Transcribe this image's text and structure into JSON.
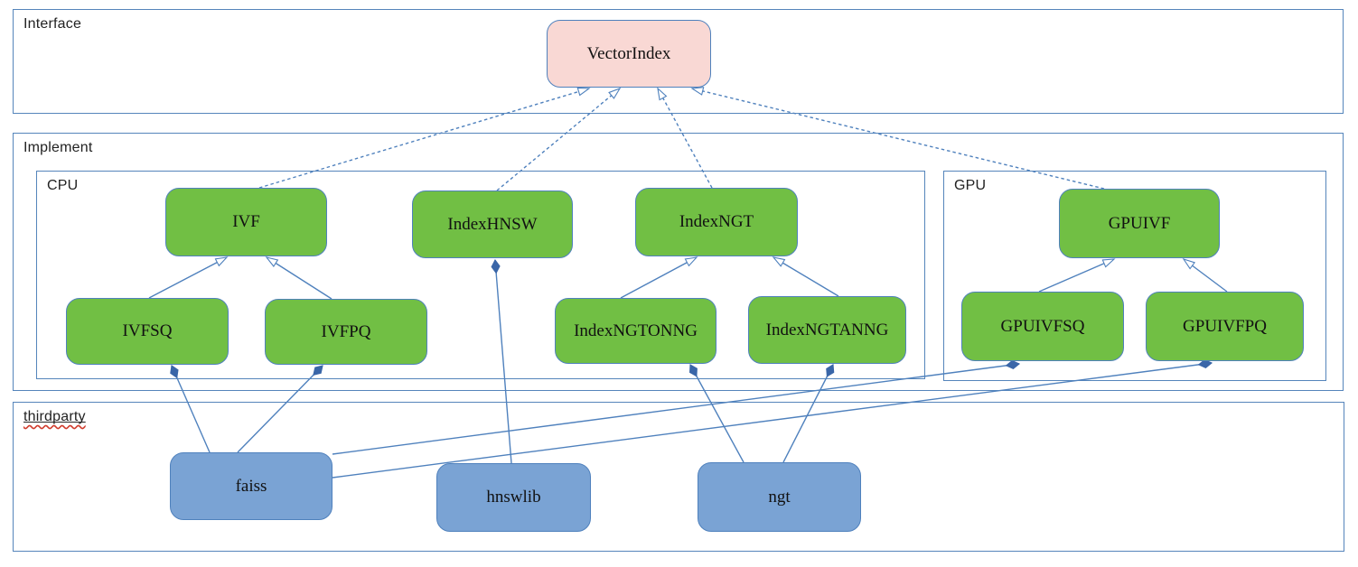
{
  "diagram": {
    "containers": {
      "interface": {
        "label": "Interface"
      },
      "implement": {
        "label": "Implement"
      },
      "cpu": {
        "label": "CPU"
      },
      "gpu": {
        "label": "GPU"
      },
      "thirdparty": {
        "label": "thirdparty"
      }
    },
    "nodes": {
      "vectorindex": {
        "label": "VectorIndex",
        "group": "interface",
        "fill": "#f9d8d4"
      },
      "ivf": {
        "label": "IVF",
        "group": "cpu",
        "fill": "#71bf44"
      },
      "indexhnsw": {
        "label": "IndexHNSW",
        "group": "cpu",
        "fill": "#71bf44"
      },
      "indexngt": {
        "label": "IndexNGT",
        "group": "cpu",
        "fill": "#71bf44"
      },
      "ivfsq": {
        "label": "IVFSQ",
        "group": "cpu",
        "fill": "#71bf44"
      },
      "ivfpq": {
        "label": "IVFPQ",
        "group": "cpu",
        "fill": "#71bf44"
      },
      "indexngtonng": {
        "label": "IndexNGTONNG",
        "group": "cpu",
        "fill": "#71bf44"
      },
      "indexngtanng": {
        "label": "IndexNGTANNG",
        "group": "cpu",
        "fill": "#71bf44"
      },
      "gpuivf": {
        "label": "GPUIVF",
        "group": "gpu",
        "fill": "#71bf44"
      },
      "gpuivfsq": {
        "label": "GPUIVFSQ",
        "group": "gpu",
        "fill": "#71bf44"
      },
      "gpuivfpq": {
        "label": "GPUIVFPQ",
        "group": "gpu",
        "fill": "#71bf44"
      },
      "faiss": {
        "label": "faiss",
        "group": "thirdparty",
        "fill": "#7aa3d4"
      },
      "hnswlib": {
        "label": "hnswlib",
        "group": "thirdparty",
        "fill": "#7aa3d4"
      },
      "ngt": {
        "label": "ngt",
        "group": "thirdparty",
        "fill": "#7aa3d4"
      }
    },
    "edges": [
      {
        "from": "ivf",
        "to": "vectorindex",
        "relation": "realization"
      },
      {
        "from": "indexhnsw",
        "to": "vectorindex",
        "relation": "realization"
      },
      {
        "from": "indexngt",
        "to": "vectorindex",
        "relation": "realization"
      },
      {
        "from": "gpuivf",
        "to": "vectorindex",
        "relation": "realization"
      },
      {
        "from": "ivfsq",
        "to": "ivf",
        "relation": "inheritance"
      },
      {
        "from": "ivfpq",
        "to": "ivf",
        "relation": "inheritance"
      },
      {
        "from": "indexngtonng",
        "to": "indexngt",
        "relation": "inheritance"
      },
      {
        "from": "indexngtanng",
        "to": "indexngt",
        "relation": "inheritance"
      },
      {
        "from": "gpuivfsq",
        "to": "gpuivf",
        "relation": "inheritance"
      },
      {
        "from": "gpuivfpq",
        "to": "gpuivf",
        "relation": "inheritance"
      },
      {
        "from": "faiss",
        "to": "ivfsq",
        "relation": "composition"
      },
      {
        "from": "faiss",
        "to": "ivfpq",
        "relation": "composition"
      },
      {
        "from": "faiss",
        "to": "gpuivfsq",
        "relation": "composition"
      },
      {
        "from": "faiss",
        "to": "gpuivfpq",
        "relation": "composition"
      },
      {
        "from": "hnswlib",
        "to": "indexhnsw",
        "relation": "composition"
      },
      {
        "from": "ngt",
        "to": "indexngtonng",
        "relation": "composition"
      },
      {
        "from": "ngt",
        "to": "indexngtanng",
        "relation": "composition"
      }
    ],
    "colors": {
      "node_green": "#71bf44",
      "node_blue": "#7aa3d4",
      "node_pink": "#f9d8d4",
      "line_blue": "#4f81bd",
      "diamond_blue": "#3a66a8",
      "spellcheck_red": "#d03a2b"
    }
  }
}
